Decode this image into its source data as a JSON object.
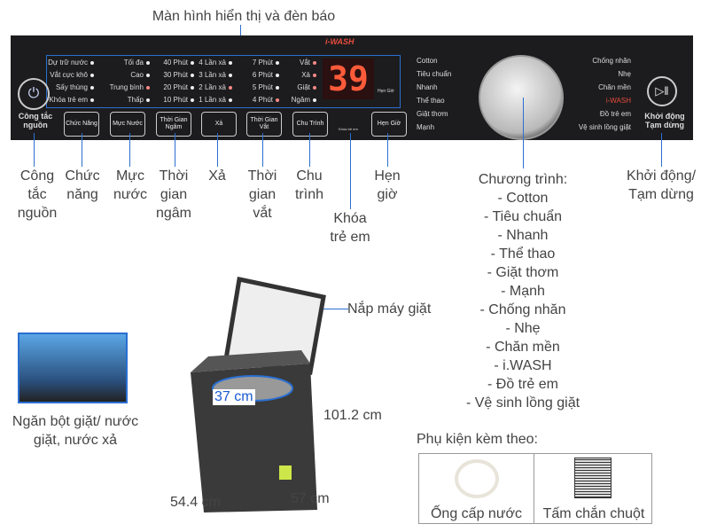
{
  "title": "Màn hình hiển thị và đèn báo",
  "brand": "i-WASH",
  "display_value": "39",
  "indicators": {
    "col1": [
      "Dự trữ nước",
      "Vắt cực khô",
      "Sấy thùng",
      "Khóa trẻ em"
    ],
    "col2": [
      "Tối đa",
      "Cao",
      "Trung bình",
      "Thấp"
    ],
    "col3": [
      "40 Phút",
      "30 Phút",
      "20 Phút",
      "10 Phút"
    ],
    "col4": [
      "4 Lần xả",
      "3 Lần xả",
      "2 Lần xả",
      "1 Lần xả"
    ],
    "col5": [
      "7 Phút",
      "6 Phút",
      "5 Phút",
      "4 Phút"
    ],
    "col6": [
      "Vắt",
      "Xả",
      "Giặt",
      "Ngâm"
    ],
    "timer": "Hẹn Giờ"
  },
  "panel_buttons": {
    "power": "Công tắc nguồn",
    "func": "Chức Năng",
    "water": "Mực Nước",
    "soak": "Thời Gian Ngâm",
    "rinse": "Xả",
    "spin": "Thời Gian Vắt",
    "cycle": "Chu Trình",
    "lock": "Khóa trẻ em",
    "timer": "Hẹn Giờ",
    "start": "Khởi động Tạm dừng"
  },
  "programs_left": [
    "Cotton",
    "Tiêu chuẩn",
    "Nhanh",
    "Thể thao",
    "Giặt thơm",
    "Mạnh"
  ],
  "programs_right": [
    "Chống nhăn",
    "Nhẹ",
    "Chăn mền",
    "i-WASH",
    "Đồ trẻ em",
    "Vệ sinh lồng giặt"
  ],
  "callouts": {
    "power": "Công tắc nguồn",
    "func": "Chức năng",
    "water": "Mực nước",
    "soak": "Thời gian ngâm",
    "rinse": "Xả",
    "spin": "Thời gian vắt",
    "cycle": "Chu trình",
    "lock": "Khóa trẻ em",
    "timer": "Hẹn giờ",
    "start": "Khởi động/ Tạm dừng"
  },
  "program_list": {
    "heading": "Chương trình:",
    "items": [
      "- Cotton",
      "- Tiêu chuẩn",
      "- Nhanh",
      "- Thể thao",
      "- Giặt thơm",
      "- Mạnh",
      "- Chống nhăn",
      "- Nhẹ",
      "- Chăn mền",
      "- i.WASH",
      "- Đồ trẻ em",
      "- Vệ sinh lồng giặt"
    ]
  },
  "machine": {
    "lid": "Nắp máy giặt",
    "drum": "37 cm",
    "height": "101.2 cm",
    "width": "54.4 cm",
    "depth": "57 cm",
    "detergent": "Ngăn bột giặt/ nước giặt, nước xả"
  },
  "accessories": {
    "heading": "Phụ kiện kèm theo:",
    "items": [
      "Ống cấp nước",
      "Tấm chắn chuột"
    ]
  }
}
